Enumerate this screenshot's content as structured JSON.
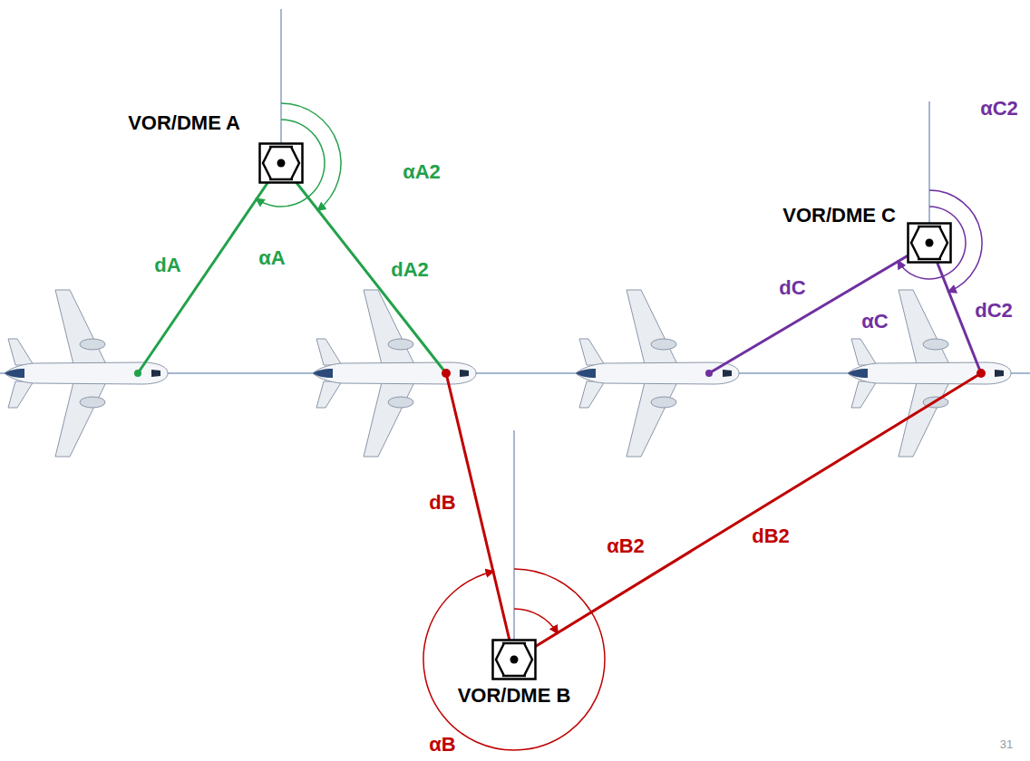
{
  "diagram": {
    "nodes": [
      {
        "text": [
          "VOR/DME A"
        ]
      },
      {
        "text": [
          "VOR/DME B"
        ]
      },
      {
        "text": [
          "VOR/DME C"
        ]
      }
    ],
    "labels": [
      "dA",
      "αA",
      "αA2",
      "dA2",
      "dB",
      "dB2",
      "αB2",
      "αB",
      "dC",
      "αC",
      "dC2",
      "αC2",
      "31"
    ]
  }
}
